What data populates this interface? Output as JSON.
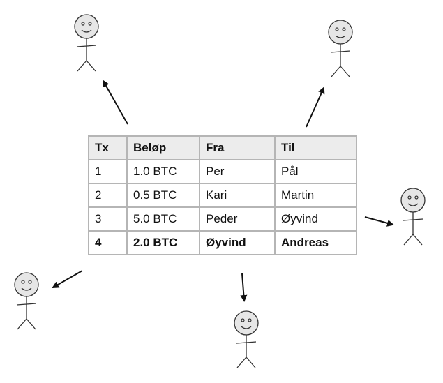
{
  "table": {
    "headers": [
      "Tx",
      "Beløp",
      "Fra",
      "Til"
    ],
    "rows": [
      {
        "tx": "1",
        "amount": "1.0 BTC",
        "from": "Per",
        "to": "Pål",
        "bold": false
      },
      {
        "tx": "2",
        "amount": "0.5 BTC",
        "from": "Kari",
        "to": "Martin",
        "bold": false
      },
      {
        "tx": "3",
        "amount": "5.0 BTC",
        "from": "Peder",
        "to": "Øyvind",
        "bold": false
      },
      {
        "tx": "4",
        "amount": "2.0 BTC",
        "from": "Øyvind",
        "to": "Andreas",
        "bold": true
      }
    ]
  },
  "colors": {
    "figure_fill": "#e6e6e6",
    "figure_stroke": "#333333",
    "arrow": "#111111",
    "table_border": "#b5b5b5",
    "header_fill": "#ececec"
  },
  "icons": [
    "stick-figure-icon",
    "arrow-icon"
  ]
}
